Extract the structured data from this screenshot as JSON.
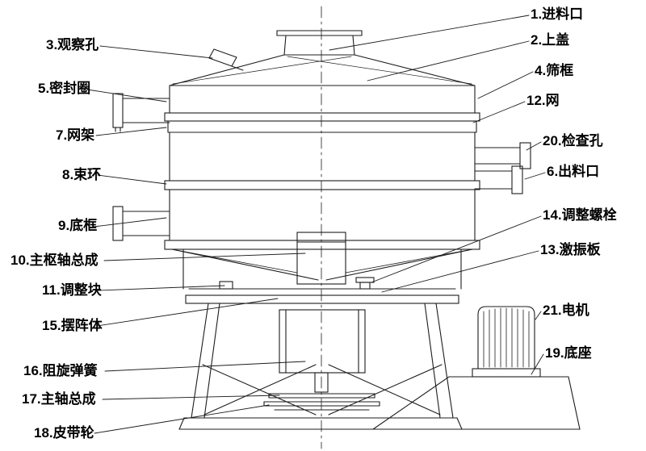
{
  "diagram": {
    "kind": "technical-line-drawing",
    "colors": {
      "background": "#ffffff",
      "line": "#1c1c1c",
      "label_text": "#000000"
    }
  },
  "labels": {
    "feed_inlet": "1.进料口",
    "top_cover": "2.上盖",
    "observation_hole": "3.观察孔",
    "screen_frame": "4.筛框",
    "seal_ring": "5.密封圈",
    "discharge_outlet": "6.出料口",
    "mesh_frame": "7.网架",
    "clamp_ring": "8.束环",
    "bottom_frame": "9.底框",
    "main_pivot_assembly": "10.主枢轴总成",
    "adjustment_block": "11.调整块",
    "mesh": "12.网",
    "vibration_plate": "13.激振板",
    "adjustment_bolt": "14.调整螺栓",
    "swing_body": "15.摆阵体",
    "anti_rotation_spring": "16.阻旋弹簧",
    "main_shaft_assembly": "17.主轴总成",
    "belt_pulley": "18.皮带轮",
    "base": "19.底座",
    "inspection_hole": "20.检查孔",
    "motor": "21.电机"
  }
}
